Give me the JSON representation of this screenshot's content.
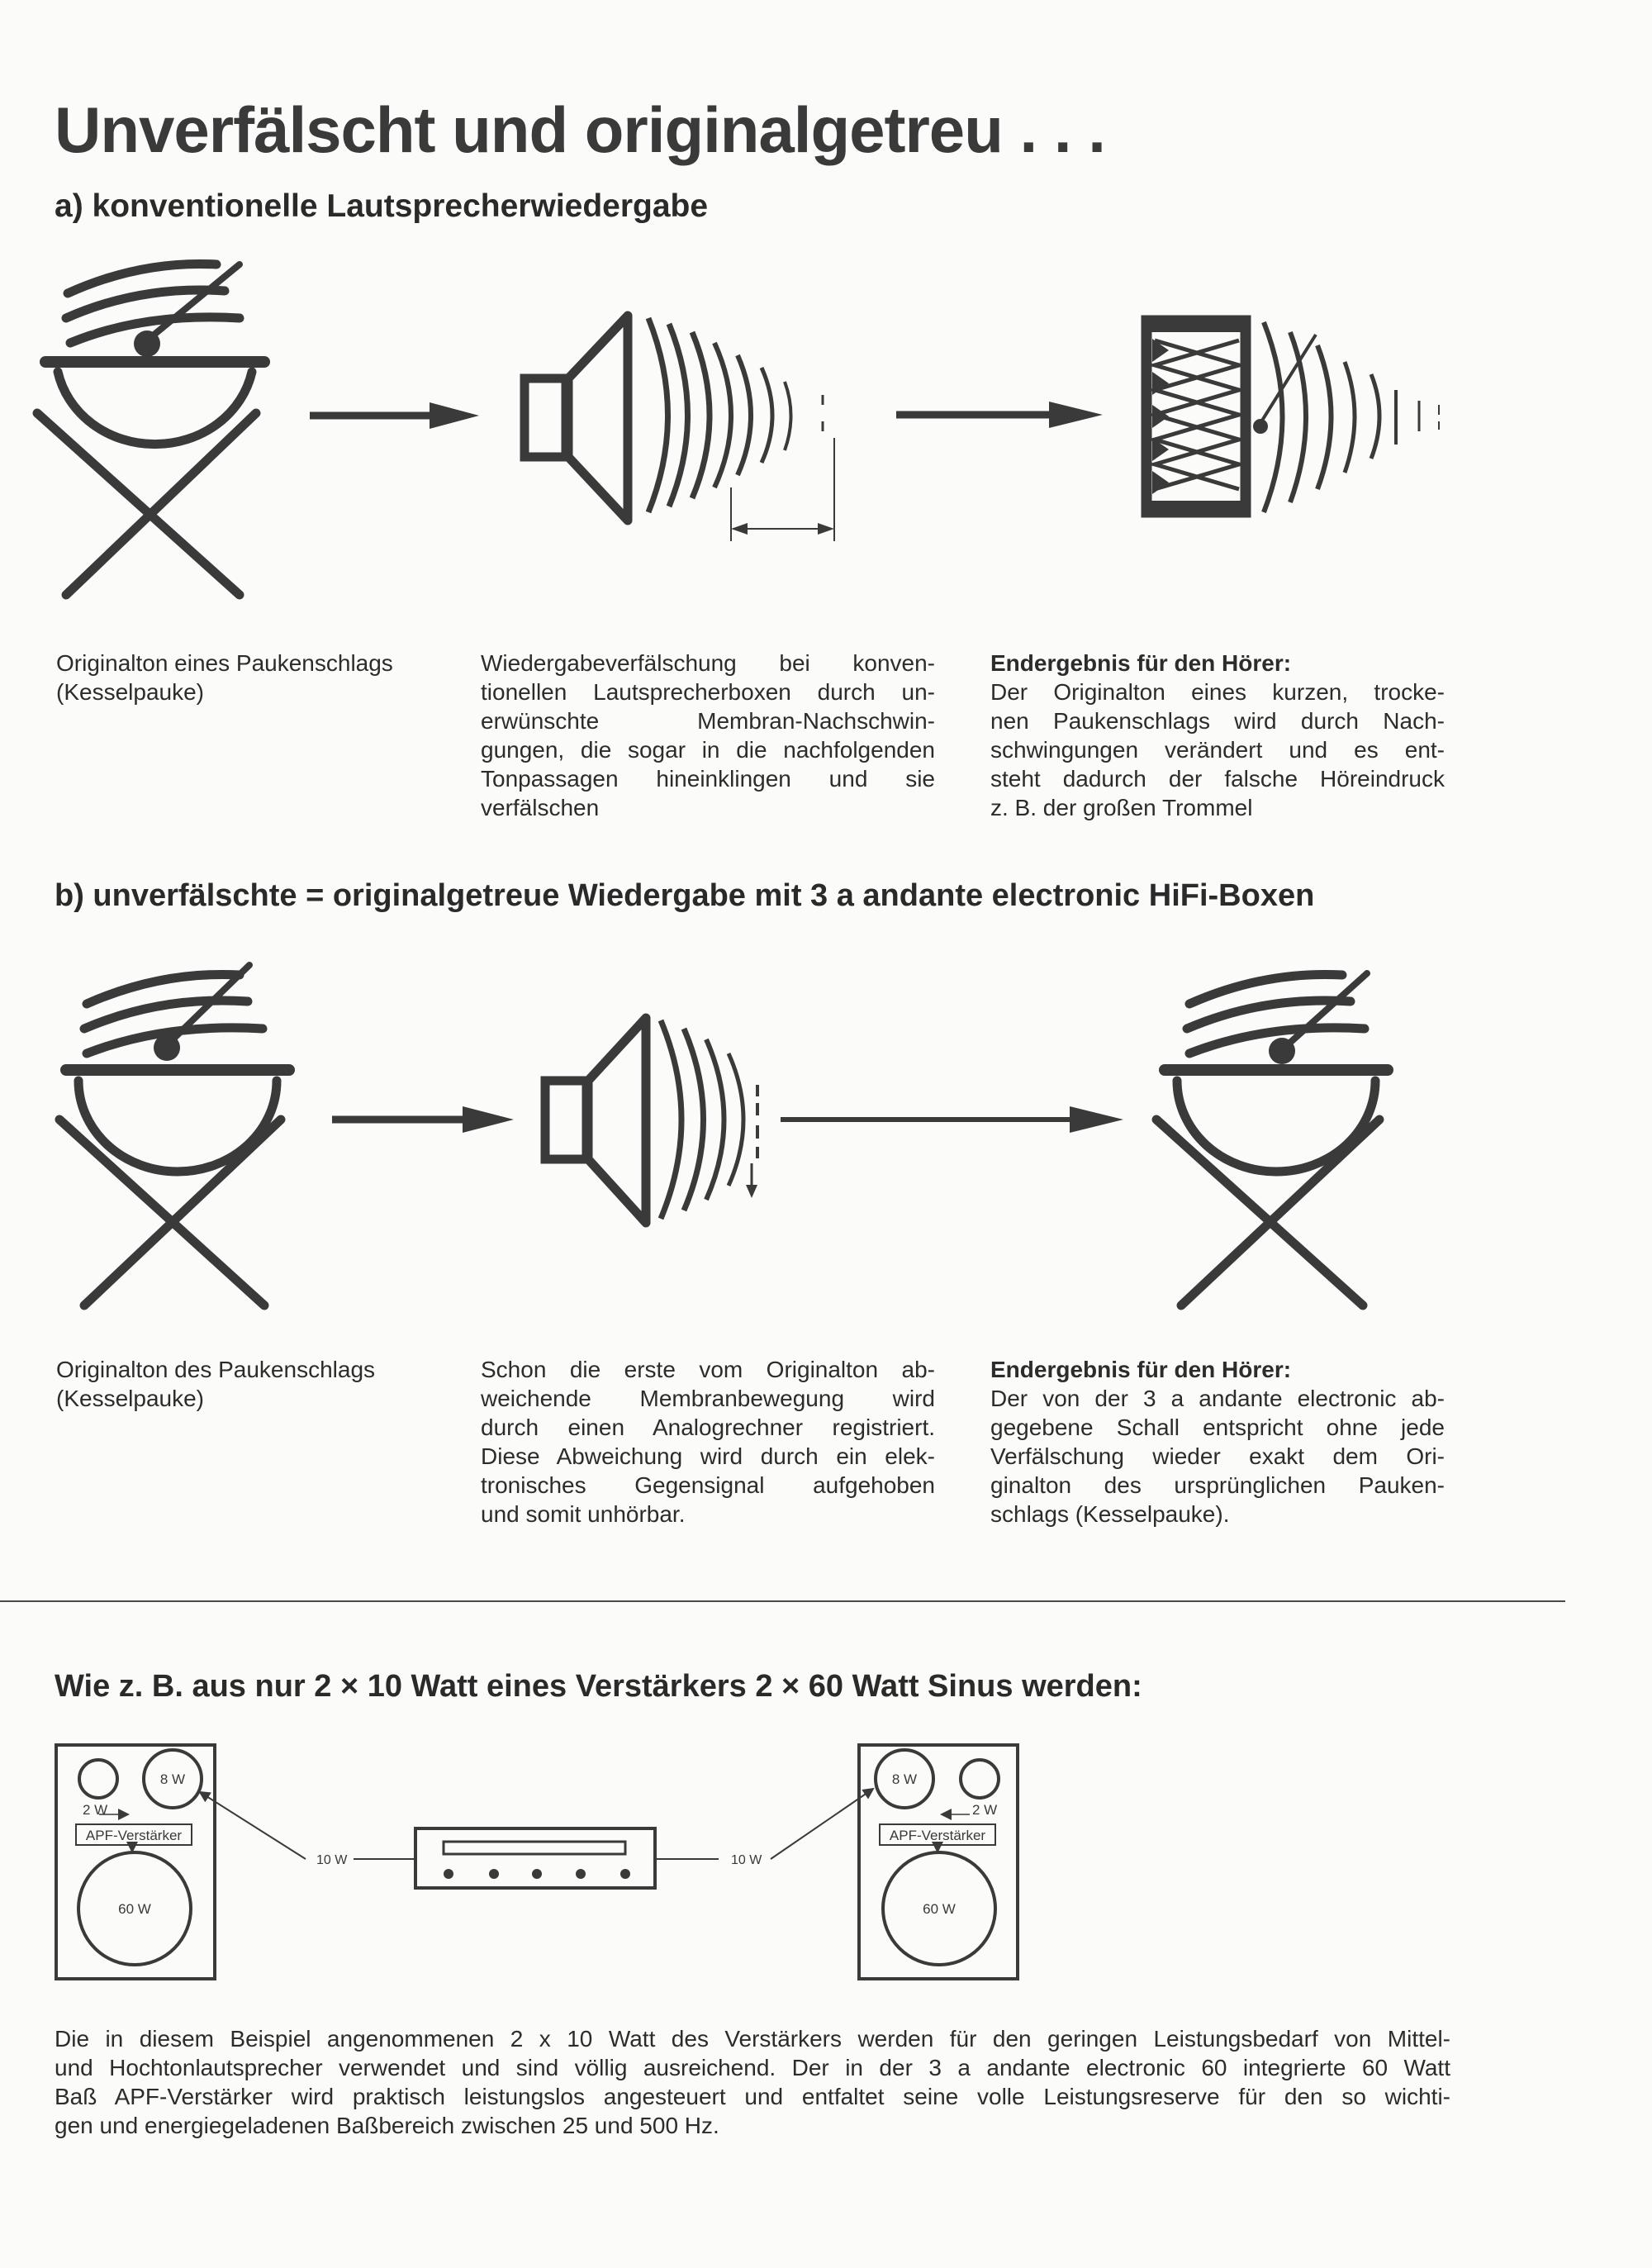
{
  "title": "Unverfälscht und originalgetreu . . .",
  "section_a": {
    "heading": "a) konventionelle Lautsprecherwiedergabe",
    "col1": [
      "Originalton eines Paukenschlags",
      "(Kesselpauke)"
    ],
    "col2": [
      "Wiedergabeverfälschung bei konven-",
      "tionellen Lautsprecherboxen durch un-",
      "erwünschte Membran-Nachschwin-",
      "gungen, die sogar in die nachfolgenden",
      "Tonpassagen hineinklingen und sie",
      "verfälschen"
    ],
    "col3_heading": "Endergebnis für den Hörer:",
    "col3": [
      "Der Originalton eines kurzen, trocke-",
      "nen Paukenschlags wird durch Nach-",
      "schwingungen verändert und es ent-",
      "steht dadurch der falsche Höreindruck",
      "z. B. der großen Trommel"
    ]
  },
  "section_b": {
    "heading": "b) unverfälschte = originalgetreue Wiedergabe mit 3 a andante electronic HiFi-Boxen",
    "col1": [
      "Originalton des Paukenschlags",
      "(Kesselpauke)"
    ],
    "col2": [
      "Schon die erste vom Originalton ab-",
      "weichende Membranbewegung wird",
      "durch einen Analogrechner registriert.",
      "Diese Abweichung wird durch ein elek-",
      "tronisches Gegensignal aufgehoben",
      "und somit unhörbar."
    ],
    "col3_heading": "Endergebnis für den Hörer:",
    "col3": [
      "Der von der 3 a andante electronic ab-",
      "gegebene Schall entspricht ohne jede",
      "Verfälschung wieder exakt dem Ori-",
      "ginalton des ursprünglichen Pauken-",
      "schlags (Kesselpauke)."
    ]
  },
  "section_c": {
    "heading": "Wie z. B. aus nur 2 × 10 Watt eines Verstärkers 2 × 60 Watt Sinus werden:",
    "diagram": {
      "tweeter": "2 W",
      "mid": "8 W",
      "bass": "60 W",
      "apf": "APF-Verstärker",
      "feed": "10 W"
    },
    "paragraph": [
      "Die in diesem Beispiel angenommenen 2 x 10 Watt des Verstärkers werden für den geringen Leistungsbedarf von Mittel-",
      "und Hochtonlautsprecher verwendet und sind völlig ausreichend. Der in der 3 a andante electronic 60 integrierte 60 Watt",
      "Baß APF-Verstärker wird praktisch leistungslos angesteuert und entfaltet seine volle Leistungsreserve für den so wichti-",
      "gen und energiegeladenen Baßbereich zwischen 25 und 500 Hz."
    ]
  },
  "colors": {
    "ink": "#3a3a3a",
    "text": "#2c2c2c",
    "paper": "#fbfbf9"
  }
}
